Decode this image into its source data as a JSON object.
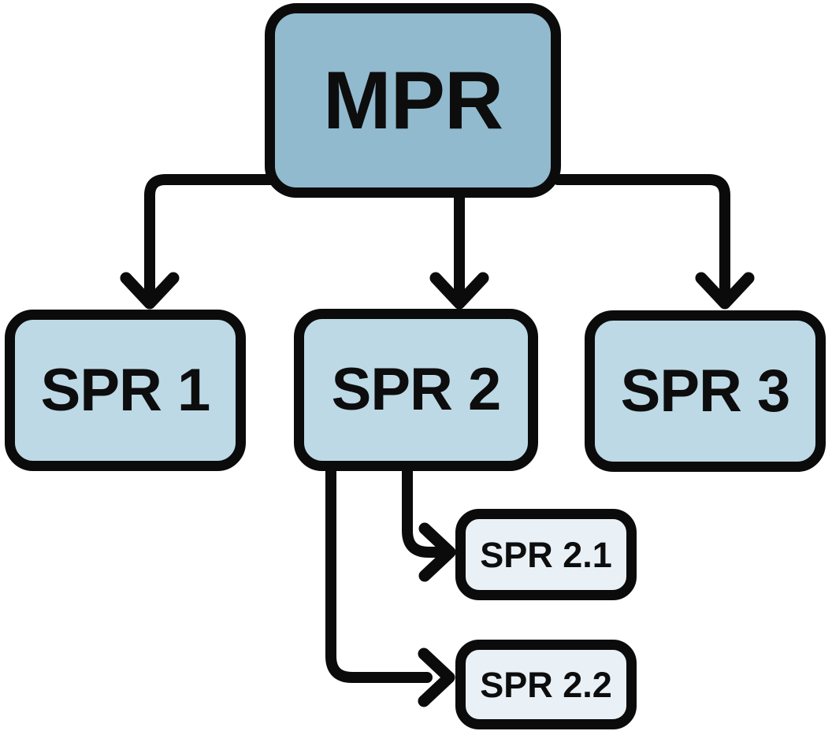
{
  "diagram": {
    "type": "hierarchy-flowchart",
    "background_color": "#ffffff",
    "connector_color": "#0b0b0b",
    "border_color": "#0b0b0b",
    "text_color": "#0d0d0d",
    "nodes": [
      {
        "id": "mpr",
        "label": "MPR",
        "fill": "#92bacf"
      },
      {
        "id": "spr-1",
        "label": "SPR 1",
        "fill": "#bdd9e6"
      },
      {
        "id": "spr-2",
        "label": "SPR 2",
        "fill": "#bdd9e6"
      },
      {
        "id": "spr-3",
        "label": "SPR 3",
        "fill": "#bdd9e6"
      },
      {
        "id": "spr-2-1",
        "label": "SPR 2.1",
        "fill": "#e9f1f7"
      },
      {
        "id": "spr-2-2",
        "label": "SPR 2.2",
        "fill": "#e9f1f7"
      }
    ],
    "edges": [
      {
        "from": "MPR",
        "to": "SPR 1"
      },
      {
        "from": "MPR",
        "to": "SPR 2"
      },
      {
        "from": "MPR",
        "to": "SPR 3"
      },
      {
        "from": "SPR 2",
        "to": "SPR 2.1"
      },
      {
        "from": "SPR 2",
        "to": "SPR 2.2"
      }
    ]
  }
}
